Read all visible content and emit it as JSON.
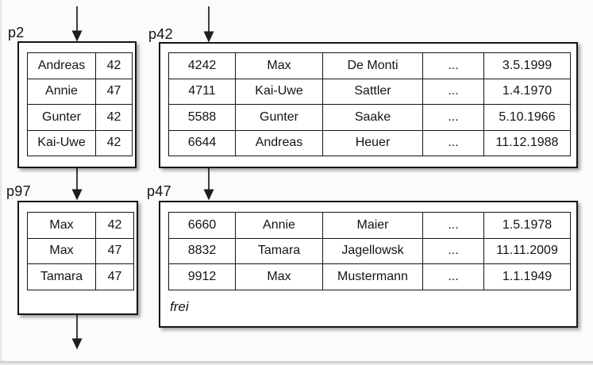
{
  "diagram": {
    "title_hint": "database buffer pages",
    "colors": {
      "background": "#fbfbfb",
      "box_fill": "#ffffff",
      "border": "#151515",
      "arrow": "#1e1e1e",
      "edge_strip": "#c9c9c9"
    },
    "pages": {
      "p2": {
        "label": "p2",
        "rows": [
          [
            "Andreas",
            "42"
          ],
          [
            "Annie",
            "47"
          ],
          [
            "Gunter",
            "42"
          ],
          [
            "Kai-Uwe",
            "42"
          ]
        ]
      },
      "p42": {
        "label": "p42",
        "rows": [
          [
            "4242",
            "Max",
            "De Monti",
            "...",
            "3.5.1999"
          ],
          [
            "4711",
            "Kai-Uwe",
            "Sattler",
            "...",
            "1.4.1970"
          ],
          [
            "5588",
            "Gunter",
            "Saake",
            "...",
            "5.10.1966"
          ],
          [
            "6644",
            "Andreas",
            "Heuer",
            "...",
            "11.12.1988"
          ]
        ]
      },
      "p97": {
        "label": "p97",
        "rows": [
          [
            "Max",
            "42"
          ],
          [
            "Max",
            "47"
          ],
          [
            "Tamara",
            "47"
          ]
        ]
      },
      "p47": {
        "label": "p47",
        "rows": [
          [
            "6660",
            "Annie",
            "Maier",
            "...",
            "1.5.1978"
          ],
          [
            "8832",
            "Tamara",
            "Jagellowsk",
            "...",
            "11.11.2009"
          ],
          [
            "9912",
            "Max",
            "Mustermann",
            "...",
            "1.1.1949"
          ]
        ],
        "free_label": "frei"
      }
    }
  }
}
